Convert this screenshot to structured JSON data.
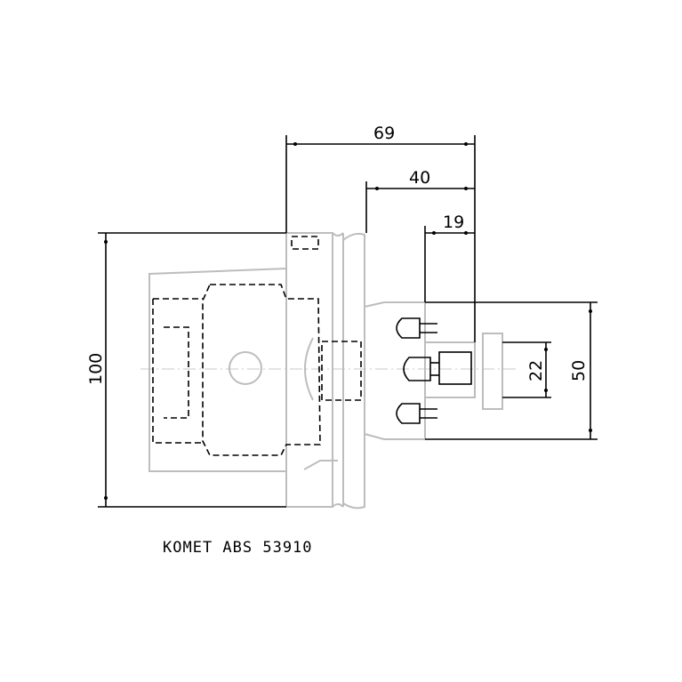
{
  "dimensions": {
    "d69": "69",
    "d40": "40",
    "d19": "19",
    "d100": "100",
    "d22": "22",
    "d50": "50"
  },
  "caption": "KOMET ABS 53910"
}
